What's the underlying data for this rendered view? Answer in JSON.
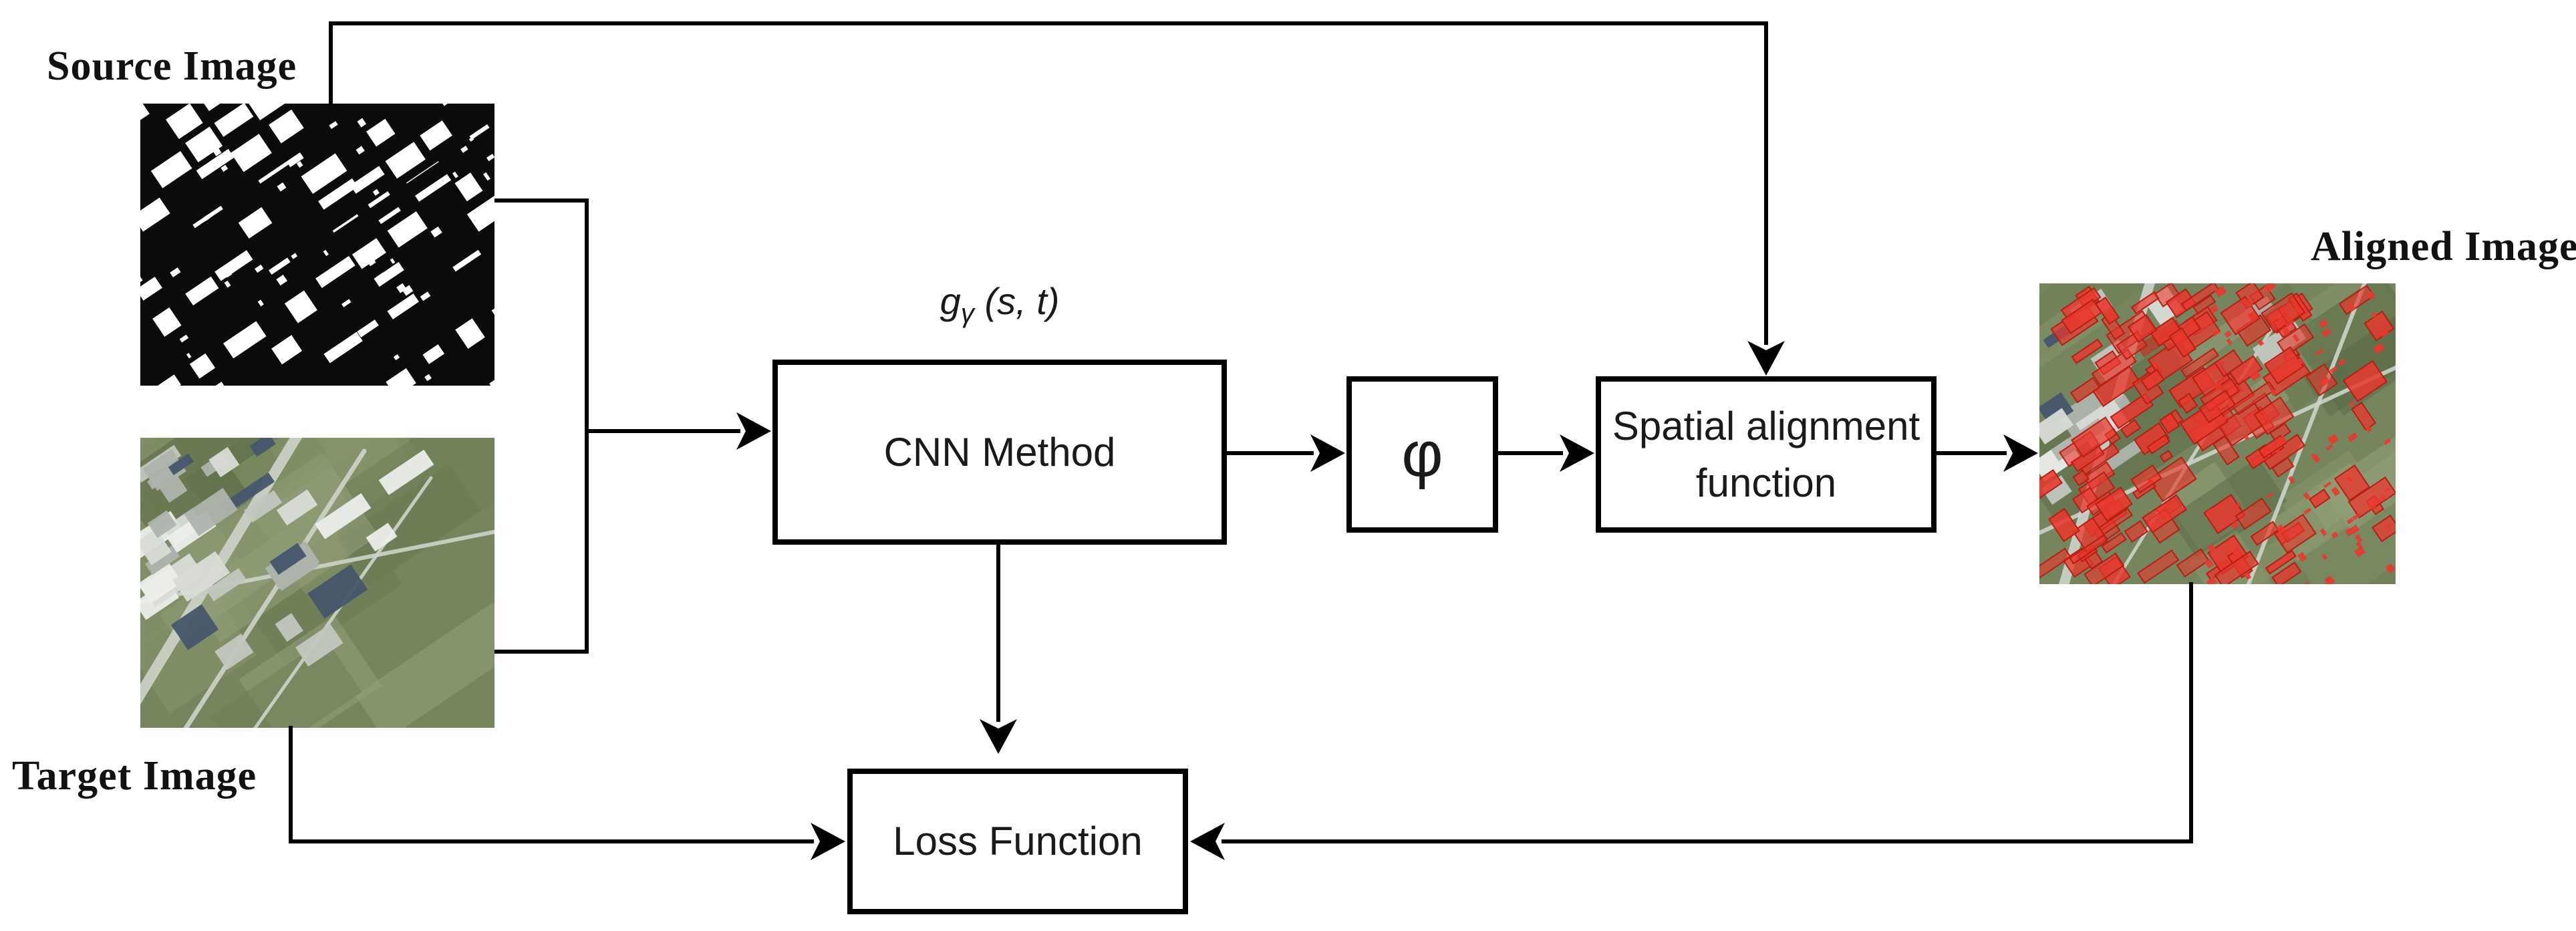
{
  "diagram": {
    "panels": {
      "source": {
        "caption": "Source Image",
        "kind": "binary-building-mask"
      },
      "target": {
        "caption": "Target Image",
        "kind": "aerial-photo"
      },
      "aligned": {
        "caption": "Aligned Image",
        "kind": "aerial-photo-with-red-overlay"
      }
    },
    "formula": {
      "g": "g",
      "subscript": "γ",
      "args": "(s, t)"
    },
    "nodes": {
      "cnn": {
        "label": "CNN Method"
      },
      "phi": {
        "label": "φ"
      },
      "spatial": {
        "label": "Spatial alignment function"
      },
      "loss": {
        "label": "Loss Function"
      }
    },
    "colors": {
      "line": "#000000",
      "box_border": "#000000",
      "box_fill": "#ffffff",
      "text": "#1a1a1a",
      "source_bg": "#0b0b0b",
      "source_building": "#ffffff",
      "aerial_base": "#75855e",
      "aerial_greens": [
        "#5a6b47",
        "#6d7d56",
        "#87966c",
        "#93a17b",
        "#697a52"
      ],
      "aerial_road": "#cdd2c8",
      "aerial_buildings": [
        "#d9dcd6",
        "#c2c7bf",
        "#eceeea",
        "#aeb4ac",
        "#46566b",
        "#a84a32"
      ],
      "overlay_red_fill": "#e8382e",
      "overlay_red_stroke": "#b51f14"
    }
  }
}
